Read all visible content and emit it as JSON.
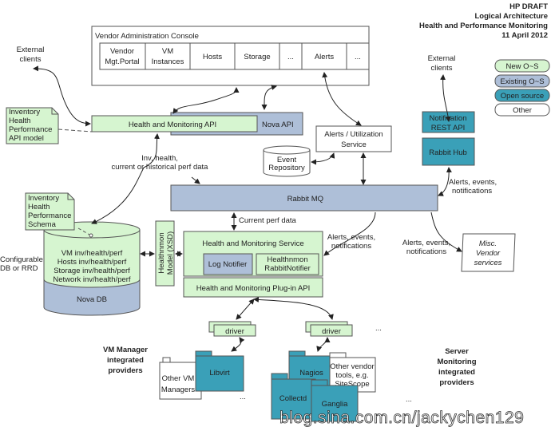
{
  "header": {
    "lines": [
      "HP DRAFT",
      "Logical Architecture",
      "Health and Performance Monitoring",
      "11 April 2012"
    ]
  },
  "colors": {
    "new_os": "#d6f5d0",
    "existing_os": "#aebfd8",
    "open_source": "#3aa0b8",
    "other": "#ffffff"
  },
  "legend": {
    "items": [
      "New O~S",
      "Existing O~S",
      "Open source",
      "Other"
    ]
  },
  "console": {
    "title": "Vendor Administration Console",
    "cells": [
      [
        "Vendor",
        "Mgt.Portal"
      ],
      [
        "VM",
        "Instances"
      ],
      [
        "Hosts"
      ],
      [
        "Storage"
      ],
      [
        "..."
      ],
      [
        "Alerts"
      ],
      [
        "..."
      ]
    ]
  },
  "external_clients_left": [
    "External",
    "clients"
  ],
  "external_clients_right": [
    "External",
    "clients"
  ],
  "api_note": [
    "Inventory",
    "Health",
    "Performance",
    "API model"
  ],
  "hm_api": "Health and Monitoring API",
  "nova_api": "Nova API",
  "alerts_service": [
    "Alerts / Utilization",
    "Service"
  ],
  "event_repository": [
    "Event",
    "Repository"
  ],
  "notification_api": [
    "Notification",
    "REST API"
  ],
  "rabbit_hub": "Rabbit Hub",
  "rabbit_mq": "Rabbit MQ",
  "labels": {
    "inv_data": [
      "Inv, health,",
      "current or historical perf data"
    ],
    "current_perf": "Current perf data",
    "aen_mid": [
      "Alerts, events,",
      "notifications"
    ],
    "aen_right": [
      "Alerts, events,",
      "notifications"
    ],
    "aen_hub": [
      "Alerts, events,",
      "notifications"
    ],
    "configurable": [
      "Configurable:",
      "DB or RRD"
    ]
  },
  "schema_note": [
    "Inventory",
    "Health",
    "Performance",
    "Schema"
  ],
  "db": {
    "rows": [
      "VM inv/health/perf",
      "Hosts inv/health/perf",
      "Storage inv/health/perf",
      "Network inv/health/perf"
    ],
    "nova_db": "Nova DB"
  },
  "model_xsd": [
    "Healthnmon",
    "Model (XSD)"
  ],
  "hm_service": {
    "title": "Health and Monitoring Service",
    "log_notifier": "Log Notifier",
    "rabbit_notifier": [
      "Healthnmon",
      "RabbitNotifier"
    ]
  },
  "plugin_api": "Health and Monitoring Plug-in API",
  "misc_vendor": [
    "Misc.",
    "Vendor",
    "services"
  ],
  "drivers": [
    "driver",
    "driver"
  ],
  "ellipsis": "...",
  "vm_manager_label": [
    "VM Manager",
    "integrated",
    "providers"
  ],
  "server_mon_label": [
    "Server",
    "Monitoring",
    "integrated",
    "providers"
  ],
  "providers": {
    "libvirt": "Libvirt",
    "other_vm": [
      "Other VM",
      "Managers"
    ],
    "nagios": "Nagios",
    "other_vendor": [
      "Other vendor",
      "tools, e.g.",
      "SiteScope"
    ],
    "collectd": "Collectd",
    "ganglia": "Ganglia"
  },
  "watermark": "blog.sina.com.cn/jackychen129"
}
